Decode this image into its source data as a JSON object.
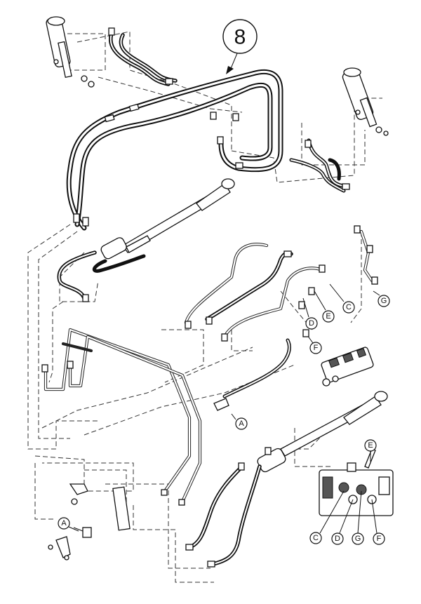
{
  "diagram": {
    "main_callout": "8",
    "letter_callouts": [
      "A",
      "C",
      "D",
      "E",
      "F",
      "G"
    ],
    "inset_callouts": [
      "C",
      "D",
      "G",
      "F",
      "E"
    ],
    "bottom_left_callout": "A"
  }
}
